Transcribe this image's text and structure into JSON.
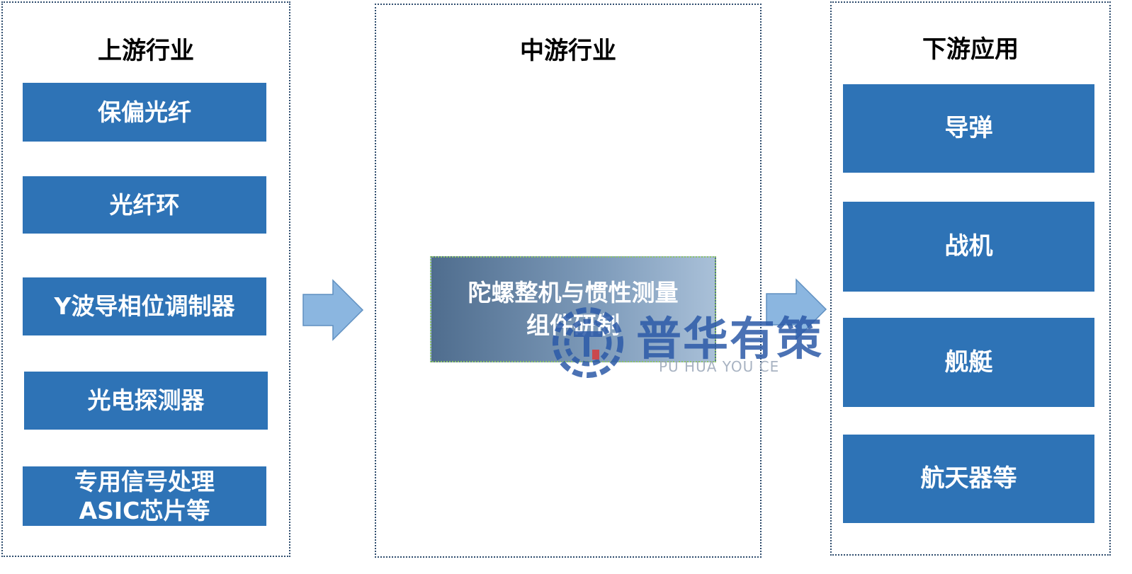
{
  "upstream": {
    "title": "上游行业",
    "items": [
      {
        "line1": "保偏光纤",
        "line2": ""
      },
      {
        "line1": "光纤环",
        "line2": ""
      },
      {
        "line1": "Y波导相位调制器",
        "line2": ""
      },
      {
        "line1": "光电探测器",
        "line2": ""
      },
      {
        "line1": "专用信号处理",
        "line2": "ASIC芯片等"
      }
    ]
  },
  "midstream": {
    "title": "中游行业",
    "box": {
      "line1": "陀螺整机与惯性测量",
      "line2": "组件研制"
    }
  },
  "downstream": {
    "title": "下游应用",
    "items": [
      "导弹",
      "战机",
      "舰艇",
      "航天器等"
    ]
  },
  "watermark": {
    "chinese": "普华有策",
    "pinyin": "PU HUA YOU CE"
  },
  "colors": {
    "box_fill": "#2e73b6",
    "arrow_fill": "#8bb6e0",
    "panel_border": "#2f4d6e",
    "watermark": "#2c5aa8"
  }
}
